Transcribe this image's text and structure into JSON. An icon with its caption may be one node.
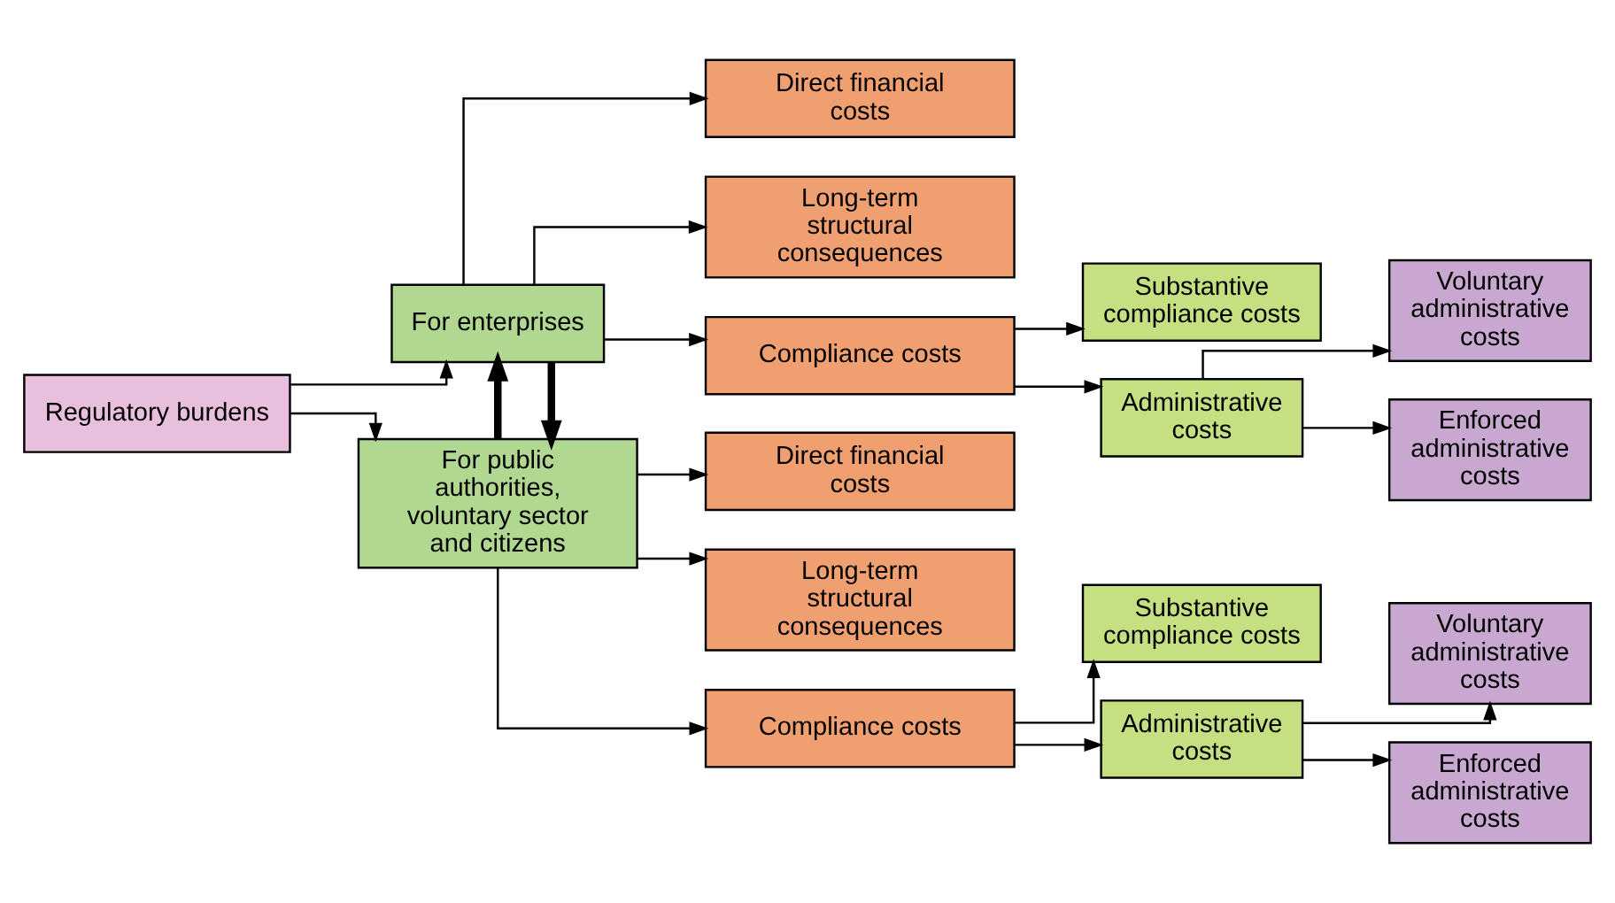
{
  "diagram": {
    "nodes": [
      {
        "text": [
          "Regulatory burdens"
        ]
      },
      {
        "text": [
          "For public authorities, voluntary sector and citizens"
        ]
      },
      {
        "text": [
          "For enterprises"
        ]
      },
      {
        "text": [
          "Direct financial costs"
        ]
      },
      {
        "text": [
          "Long-term structural consequences"
        ]
      },
      {
        "text": [
          "Compliance costs"
        ]
      },
      {
        "text": [
          "Substantive compliance costs"
        ]
      },
      {
        "text": [
          "Administrative costs"
        ]
      },
      {
        "text": [
          "Voluntary administrative costs"
        ]
      },
      {
        "text": [
          "Enforced administrative costs"
        ]
      },
      {
        "text": [
          "Direct financial costs"
        ]
      },
      {
        "text": [
          "Long-term structural consequences"
        ]
      },
      {
        "text": [
          "Compliance costs"
        ]
      },
      {
        "text": [
          "Substantive compliance costs"
        ]
      },
      {
        "text": [
          "Administrative costs"
        ]
      },
      {
        "text": [
          "Voluntary administrative costs"
        ]
      },
      {
        "text": [
          "Enforced administrative costs"
        ]
      }
    ],
    "edges": [
      {
        "from": 0,
        "to": 1,
        "arrow": "to"
      },
      {
        "from": 0,
        "to": 2,
        "arrow": "to"
      },
      {
        "from": 1,
        "to": 2,
        "arrow": "to",
        "style": "thick"
      },
      {
        "from": 2,
        "to": 1,
        "arrow": "to",
        "style": "thick"
      },
      {
        "from": 1,
        "to": 3,
        "arrow": "to"
      },
      {
        "from": 1,
        "to": 4,
        "arrow": "to"
      },
      {
        "from": 1,
        "to": 5,
        "arrow": "to"
      },
      {
        "from": 5,
        "to": 6,
        "arrow": "to"
      },
      {
        "from": 5,
        "to": 7,
        "arrow": "to"
      },
      {
        "from": 7,
        "to": 8,
        "arrow": "to"
      },
      {
        "from": 7,
        "to": 9,
        "arrow": "to"
      },
      {
        "from": 2,
        "to": 10,
        "arrow": "to"
      },
      {
        "from": 2,
        "to": 11,
        "arrow": "to"
      },
      {
        "from": 2,
        "to": 12,
        "arrow": "to"
      },
      {
        "from": 12,
        "to": 13,
        "arrow": "to"
      },
      {
        "from": 12,
        "to": 14,
        "arrow": "to"
      },
      {
        "from": 14,
        "to": 15,
        "arrow": "to"
      },
      {
        "from": 14,
        "to": 16,
        "arrow": "to"
      }
    ]
  }
}
